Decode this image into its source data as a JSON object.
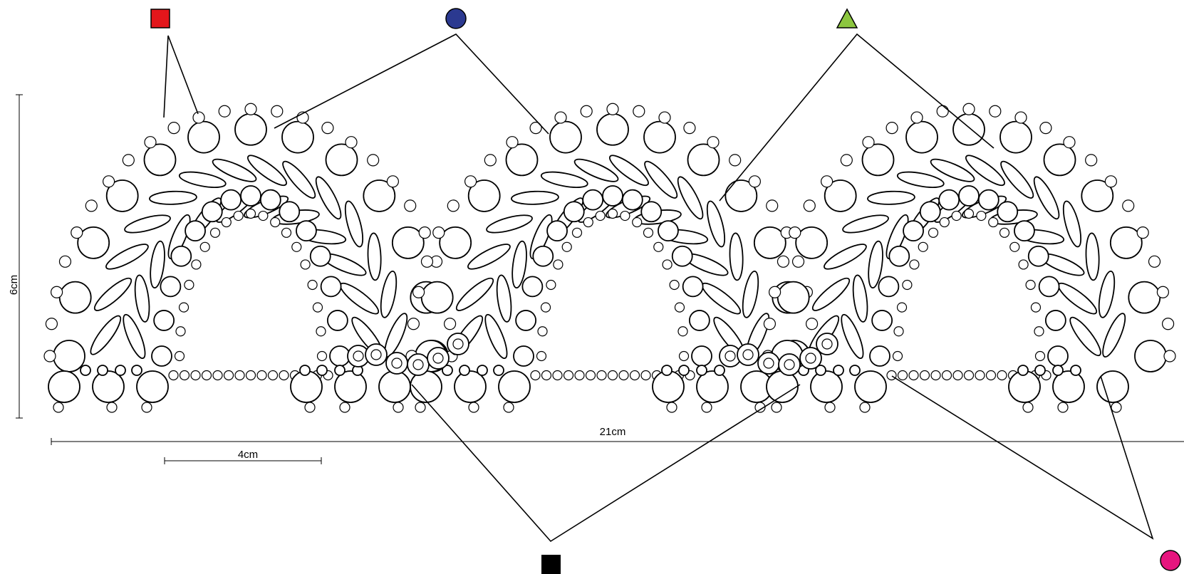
{
  "dimensions": {
    "height_label": "6cm",
    "width_label": "21cm",
    "motif_label": "4cm"
  },
  "legend": [
    {
      "name": "square-marker",
      "shape": "square",
      "color": "#e3161b"
    },
    {
      "name": "circle-marker",
      "shape": "circle",
      "color": "#2b3990"
    },
    {
      "name": "triangle-marker",
      "shape": "triangle",
      "color": "#8cc63f"
    },
    {
      "name": "black-square-marker",
      "shape": "square",
      "color": "#000000"
    },
    {
      "name": "pink-circle-marker",
      "shape": "circle",
      "color": "#e6157e"
    }
  ],
  "arches": 3
}
